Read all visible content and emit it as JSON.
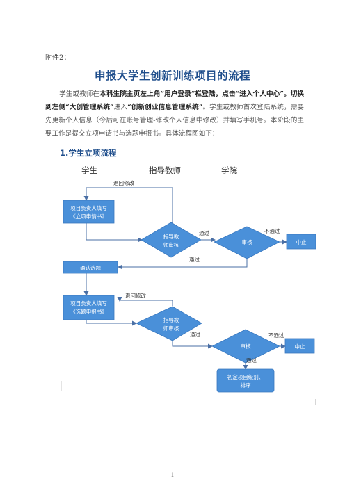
{
  "attachment_label": "附件2：",
  "title": "申报大学生创新训练项目的流程",
  "intro": {
    "p1": "学生或教师在",
    "b1": "本科生院主页左上角“用户登录”栏登陆，点击“进入个人中心”。切换到左侧“大创管理系统”",
    "p2": "进入",
    "b2": "“创新创业信息管理系统”",
    "p3": "。学生或教师首次登陆系统，需要先更新个人信息（今后可在账号管理-修改个人信息中修改）并填写手机号。本阶段的主要工作是提交立项申请书与选题申报书。具体流程图如下："
  },
  "section_heading": "1.学生立项流程",
  "columns": [
    "学生",
    "指导教师",
    "学院"
  ],
  "flowchart": {
    "box_apply_l1": "项目负责人填写",
    "box_apply_l2": "《立项申请书》",
    "diamond_review1_l1": "指导教",
    "diamond_review1_l2": "师审核",
    "diamond_audit1": "审核",
    "box_stop1": "中止",
    "box_confirm": "确认选题",
    "box_topic_l1": "项目负责人填写",
    "box_topic_l2": "《选题申报书》",
    "diamond_review2_l1": "指导教",
    "diamond_review2_l2": "师审核",
    "diamond_audit2": "审核",
    "box_stop2": "中止",
    "box_final_l1": "初定项目级别、",
    "box_final_l2": "排序",
    "edge_return1": "退回修改",
    "edge_pass1": "通过",
    "edge_fail1": "不通过",
    "edge_pass1b": "通过",
    "edge_return2": "退回修改",
    "edge_pass2": "通过",
    "edge_fail2": "不通过",
    "edge_pass2b": "通过",
    "colors": {
      "node": "#4a90d9",
      "node_stroke": "#3a78bf",
      "arrow": "#4a6fa5"
    }
  },
  "page_number": "1"
}
